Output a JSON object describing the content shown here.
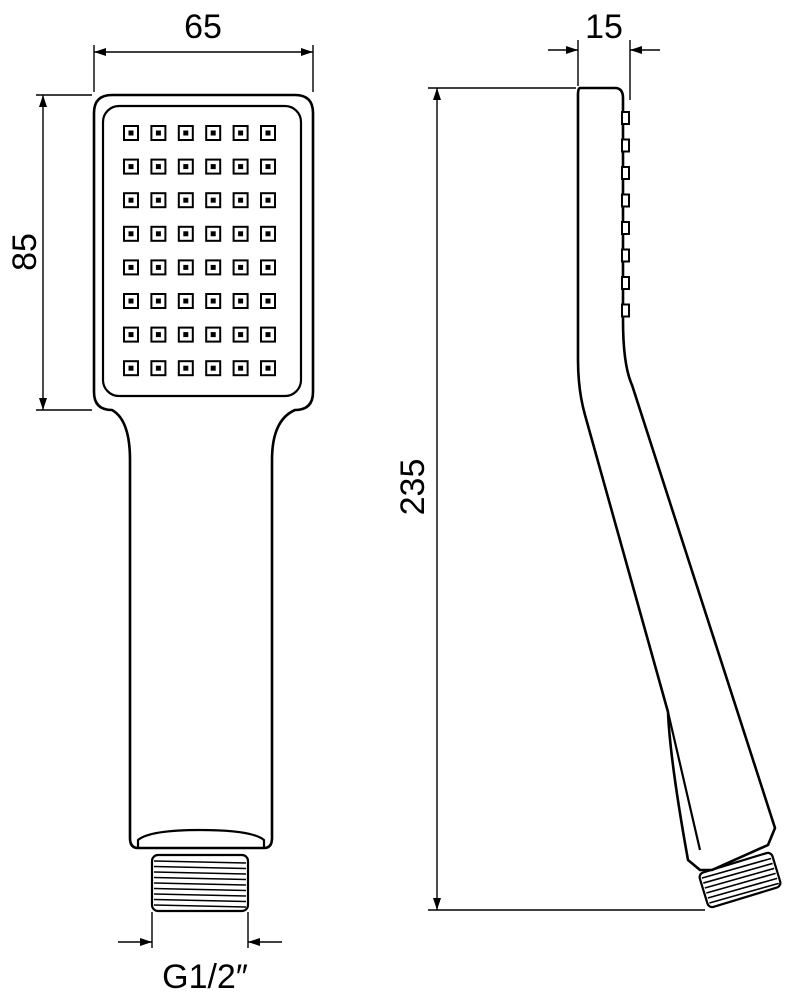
{
  "dimensions": {
    "width": "65",
    "height": "85",
    "thickness": "15",
    "length": "235",
    "thread": "G1/2″"
  },
  "nozzle_grid": {
    "rows": 8,
    "cols": 6
  }
}
